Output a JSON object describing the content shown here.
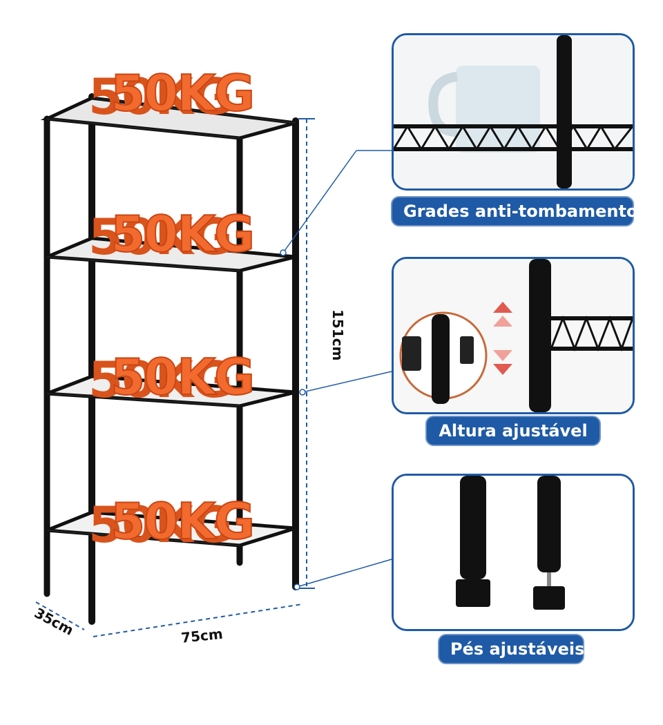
{
  "shelves": {
    "load_labels": [
      "50KG",
      "50KG",
      "50KG",
      "50KG"
    ]
  },
  "dimensions": {
    "height": "151cm",
    "width": "75cm",
    "depth": "35cm"
  },
  "features": [
    {
      "label": "Grades anti-tombamento",
      "icon": "mug-on-shelf-guardrail"
    },
    {
      "label": "Altura ajustável",
      "icon": "pole-clip-adjustment"
    },
    {
      "label": "Pés ajustáveis",
      "icon": "adjustable-feet"
    }
  ],
  "colors": {
    "accent_blue": "#1f5aa6",
    "load_orange": "#f26a2e",
    "frame_black": "#111111"
  }
}
